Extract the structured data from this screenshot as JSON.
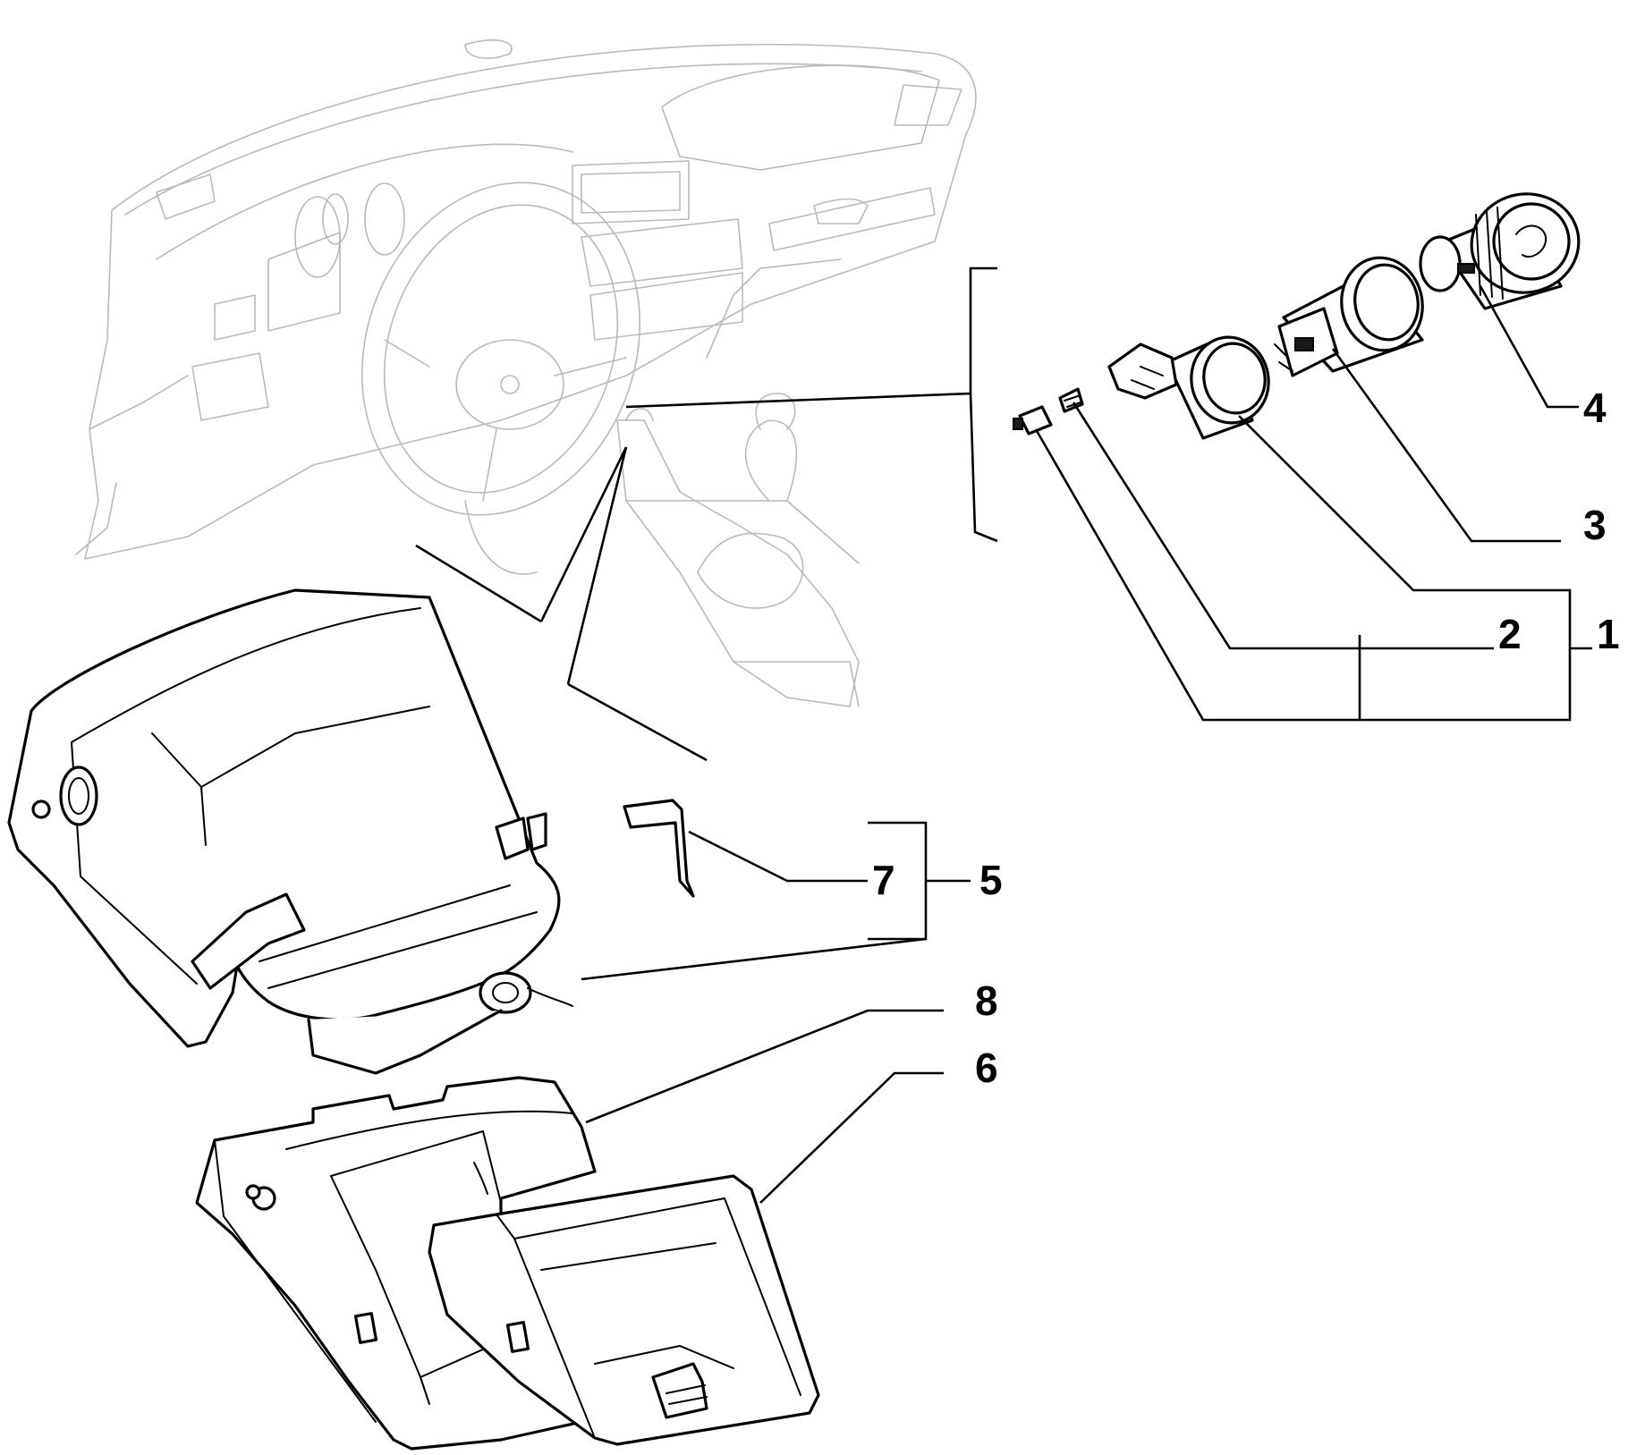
{
  "callouts": {
    "c1": "1",
    "c2": "2",
    "c3": "3",
    "c4": "4",
    "c5": "5",
    "c6": "6",
    "c7": "7",
    "c8": "8"
  },
  "colors": {
    "ink": "#000000",
    "ghost_outline": "#b9b9b9",
    "background": "#ffffff"
  }
}
